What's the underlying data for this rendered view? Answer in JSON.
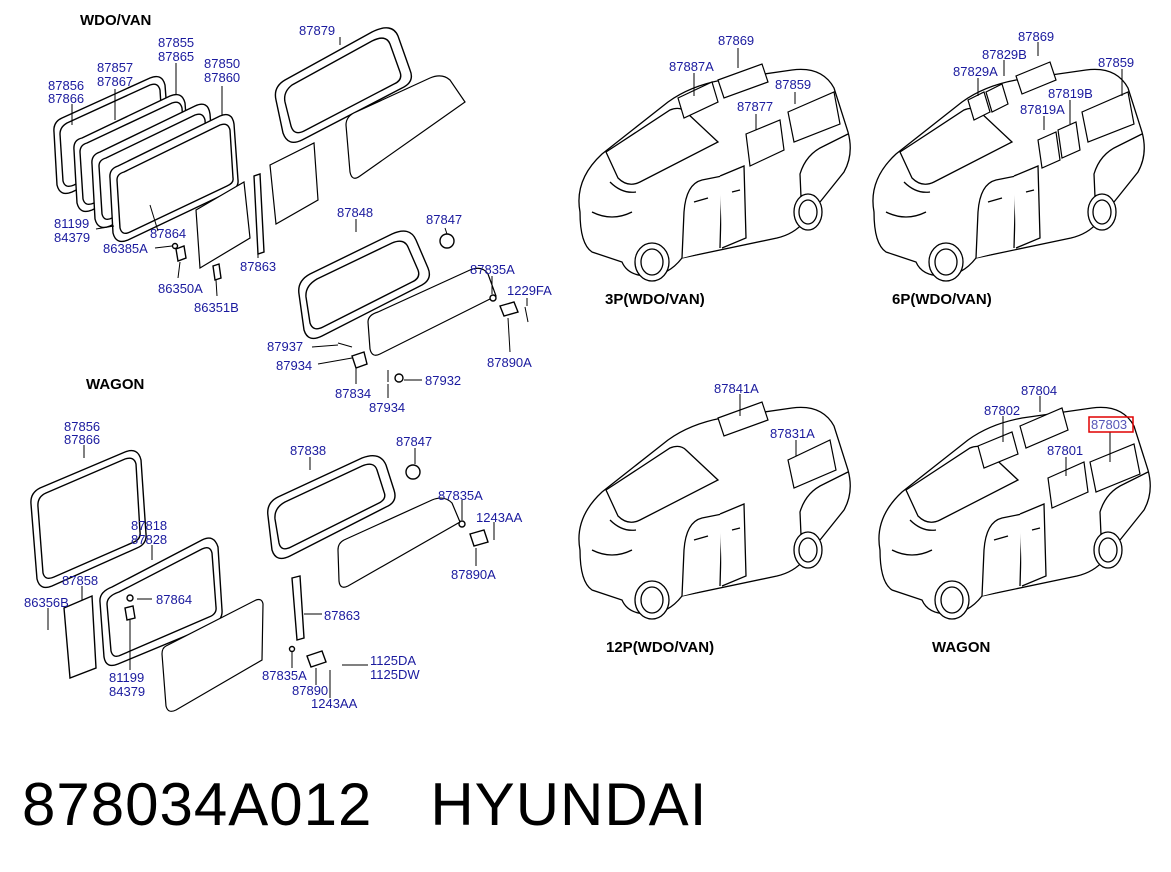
{
  "sections": {
    "wdo_van": "WDO/VAN",
    "wagon": "WAGON",
    "v3p": "3P(WDO/VAN)",
    "v6p": "6P(WDO/VAN)",
    "v12p": "12P(WDO/VAN)",
    "vwagon": "WAGON"
  },
  "labels": {
    "a87879": "87879",
    "a87855": "87855",
    "a87865": "87865",
    "a87857": "87857",
    "a87867": "87867",
    "a87850": "87850",
    "a87860": "87860",
    "a87856": "87856",
    "a87866": "87866",
    "a81199": "81199",
    "a84379": "84379",
    "a87864": "87864",
    "a86385A": "86385A",
    "a86350A": "86350A",
    "a86351B": "86351B",
    "a87863": "87863",
    "a87848": "87848",
    "a87847": "87847",
    "a87835A": "87835A",
    "a1229FA": "1229FA",
    "a87937": "87937",
    "a87934": "87934",
    "a87834": "87834",
    "a87934b": "87934",
    "a87932": "87932",
    "a87890A": "87890A",
    "b87856": "87856",
    "b87866": "87866",
    "b87818": "87818",
    "b87828": "87828",
    "b87858": "87858",
    "b86356B": "86356B",
    "b87864": "87864",
    "b81199": "81199",
    "b84379": "84379",
    "b87838": "87838",
    "b87847": "87847",
    "b87835A": "87835A",
    "b1243AA": "1243AA",
    "b87890A": "87890A",
    "b87863": "87863",
    "b87835A2": "87835A",
    "b87890": "87890",
    "b1243AA2": "1243AA",
    "b1125DA": "1125DA",
    "b1125DW": "1125DW",
    "c87869": "87869",
    "c87887A": "87887A",
    "c87859": "87859",
    "c87877": "87877",
    "d87869": "87869",
    "d87829B": "87829B",
    "d87829A": "87829A",
    "d87859": "87859",
    "d87819B": "87819B",
    "d87819A": "87819A",
    "e87841A": "87841A",
    "e87831A": "87831A",
    "f87804": "87804",
    "f87802": "87802",
    "f87803": "87803",
    "f87801": "87801"
  },
  "footer": {
    "part_number": "878034A012",
    "brand": "HYUNDAI"
  },
  "colors": {
    "label": "#1a1a9e",
    "highlight": "#e00000"
  }
}
